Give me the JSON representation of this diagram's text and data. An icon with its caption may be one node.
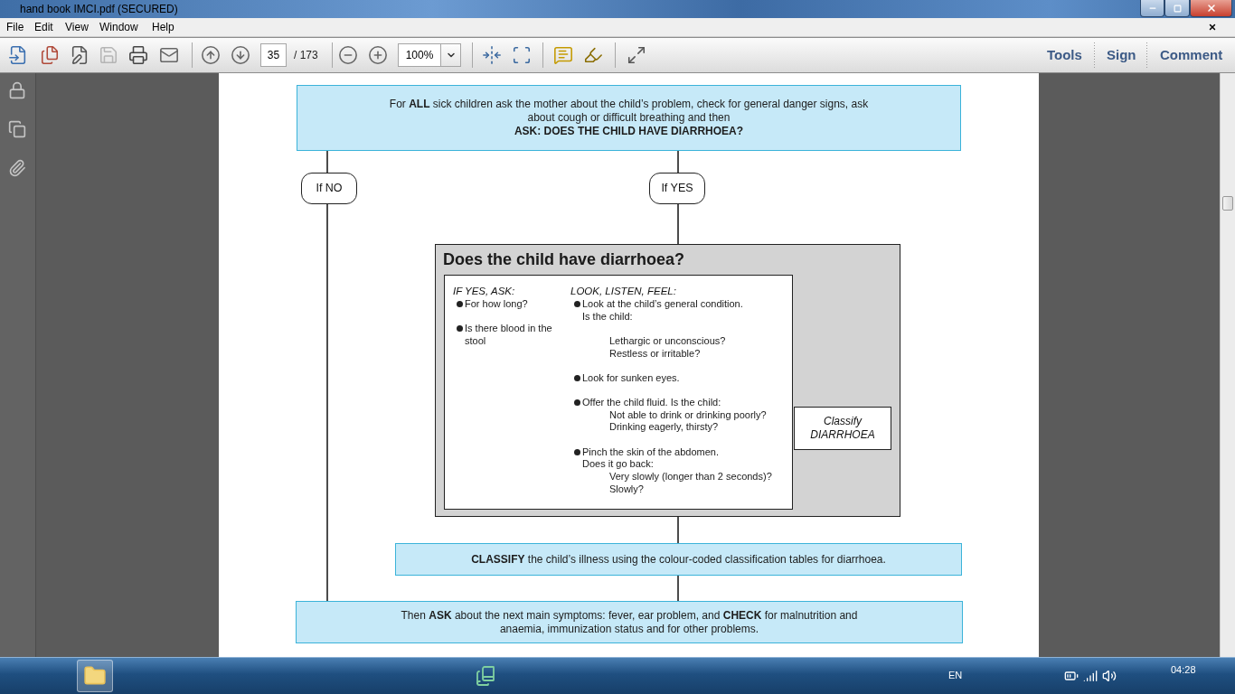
{
  "diagram": {
    "nodes": [
      {
        "text": [
          "For **ALL** sick children ask the mother about the child’s problem, check for general danger signs, ask about cough or difficult breathing and then",
          "ASK: DOES THE CHILD HAVE DIARRHOEA?"
        ]
      },
      {
        "text": [
          "If NO"
        ]
      },
      {
        "text": [
          "If YES"
        ]
      },
      {
        "text": [
          "Does the child have diarrhoea?"
        ]
      },
      {
        "text": [
          "IF YES, ASK:",
          "For how long?",
          "Is there blood in the stool",
          "LOOK, LISTEN, FEEL:",
          "Look at the child’s general condition.",
          "Is the child:",
          "Lethargic or unconscious?",
          "Restless or irritable?",
          "Look for sunken eyes.",
          "Offer the child fluid. Is the child:",
          "Not able to drink or drinking poorly?",
          "Drinking eagerly, thirsty?",
          "Pinch the skin of the abdomen.",
          "Does it go back:",
          "Very slowly (longer than 2 seconds)?",
          "Slowly?"
        ],
        "in": 3
      },
      {
        "text": [
          "Classify DIARRHOEA"
        ],
        "in": 3
      },
      {
        "text": [
          "**CLASSIFY** the child’s illness using the colour-coded classification tables for diarrhoea."
        ]
      },
      {
        "text": [
          "Then **ASK** about the next main symptoms: fever, ear problem, and **CHECK** for malnutrition and anaemia, immunization status and for other problems."
        ]
      }
    ],
    "edges": [
      {
        "from": 0,
        "to": 1,
        "arrow": "none"
      },
      {
        "from": 1,
        "to": 7,
        "arrow": "none"
      },
      {
        "from": 0,
        "to": 2,
        "arrow": "none"
      },
      {
        "from": 2,
        "to": 3,
        "arrow": "none"
      },
      {
        "from": 3,
        "to": 6,
        "arrow": "none"
      },
      {
        "from": 6,
        "to": 7,
        "arrow": "none"
      }
    ],
    "labels": [
      "hand book IMCI.pdf (SECURED)",
      "File",
      "Edit",
      "View",
      "Window",
      "Help",
      "35",
      "/ 173",
      "100%",
      "Tools",
      "Sign",
      "Comment",
      "EN",
      "04:28"
    ]
  }
}
